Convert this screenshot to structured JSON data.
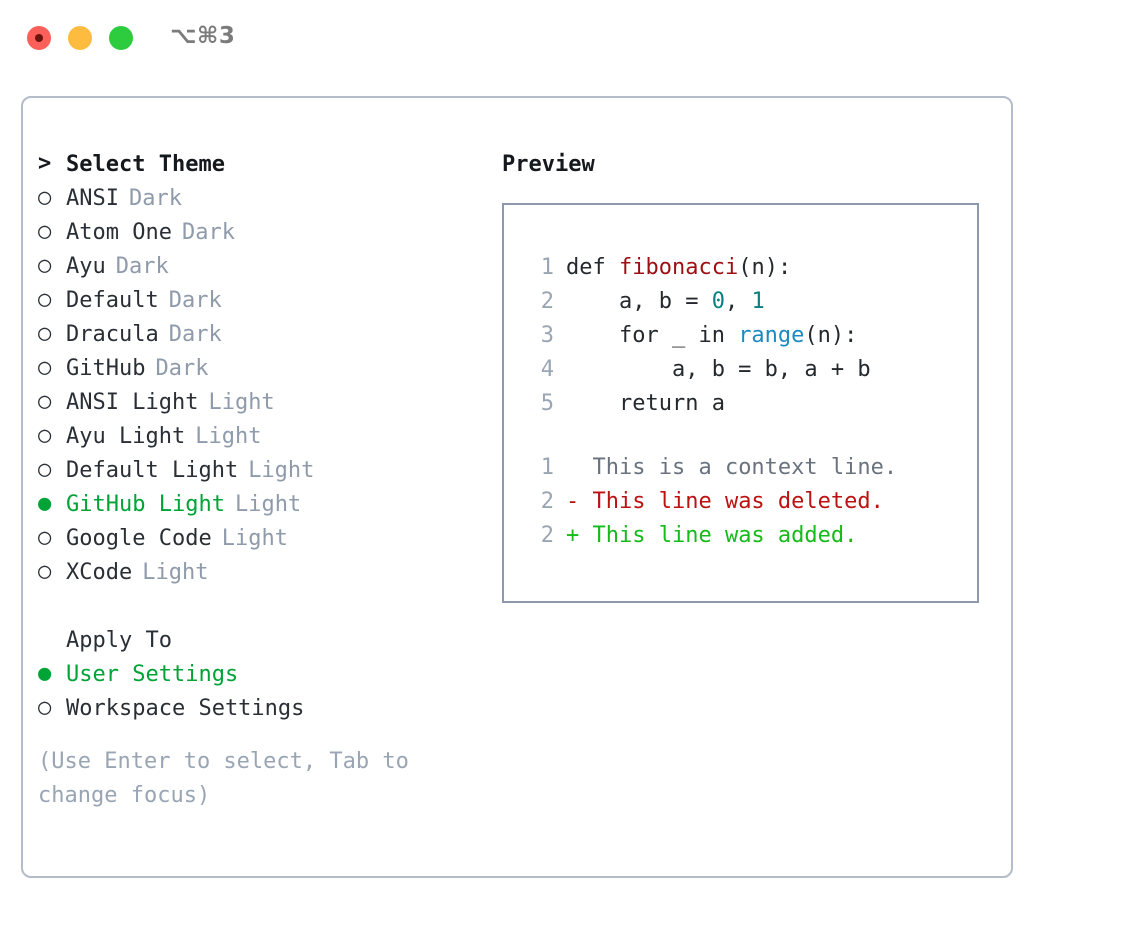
{
  "titlebar": {
    "shortcut": "⌥⌘3",
    "lights": [
      {
        "name": "close",
        "color": "#fc6058"
      },
      {
        "name": "minimize",
        "color": "#fdbc40"
      },
      {
        "name": "zoom",
        "color": "#2dcc3e"
      }
    ]
  },
  "theme_picker": {
    "header_marker": ">",
    "header": "Select Theme",
    "items": [
      {
        "marker": "○",
        "label": "ANSI",
        "tag": "Dark",
        "selected": false
      },
      {
        "marker": "○",
        "label": "Atom One",
        "tag": "Dark",
        "selected": false
      },
      {
        "marker": "○",
        "label": "Ayu",
        "tag": "Dark",
        "selected": false
      },
      {
        "marker": "○",
        "label": "Default",
        "tag": "Dark",
        "selected": false
      },
      {
        "marker": "○",
        "label": "Dracula",
        "tag": "Dark",
        "selected": false
      },
      {
        "marker": "○",
        "label": "GitHub",
        "tag": "Dark",
        "selected": false
      },
      {
        "marker": "○",
        "label": "ANSI Light",
        "tag": "Light",
        "selected": false
      },
      {
        "marker": "○",
        "label": "Ayu Light",
        "tag": "Light",
        "selected": false
      },
      {
        "marker": "○",
        "label": "Default Light",
        "tag": "Light",
        "selected": false
      },
      {
        "marker": "●",
        "label": "GitHub Light",
        "tag": "Light",
        "selected": true
      },
      {
        "marker": "○",
        "label": "Google Code",
        "tag": "Light",
        "selected": false
      },
      {
        "marker": "○",
        "label": "XCode",
        "tag": "Light",
        "selected": false
      }
    ]
  },
  "apply_to": {
    "header": "Apply To",
    "items": [
      {
        "marker": "●",
        "label": "User Settings",
        "selected": true
      },
      {
        "marker": "○",
        "label": "Workspace Settings",
        "selected": false
      }
    ]
  },
  "hint": "(Use Enter to select, Tab to change focus)",
  "preview": {
    "title": "Preview",
    "code_lines": [
      {
        "num": "1",
        "parts": [
          {
            "text": "def ",
            "kind": "plain"
          },
          {
            "text": "fibonacci",
            "kind": "fn"
          },
          {
            "text": "(n):",
            "kind": "plain"
          }
        ]
      },
      {
        "num": "2",
        "parts": [
          {
            "text": "    a, b = ",
            "kind": "plain"
          },
          {
            "text": "0",
            "kind": "num"
          },
          {
            "text": ", ",
            "kind": "plain"
          },
          {
            "text": "1",
            "kind": "num"
          }
        ]
      },
      {
        "num": "3",
        "parts": [
          {
            "text": "    for _ in ",
            "kind": "plain"
          },
          {
            "text": "range",
            "kind": "call"
          },
          {
            "text": "(n):",
            "kind": "plain"
          }
        ]
      },
      {
        "num": "4",
        "parts": [
          {
            "text": "        a, b = b, a + b",
            "kind": "plain"
          }
        ]
      },
      {
        "num": "5",
        "parts": [
          {
            "text": "    return a",
            "kind": "plain"
          }
        ]
      }
    ],
    "diff_lines": [
      {
        "num": "1",
        "sign": " ",
        "text": " This is a context line.",
        "kind": "ctx"
      },
      {
        "num": "2",
        "sign": "-",
        "text": " This line was deleted.",
        "kind": "del"
      },
      {
        "num": "2",
        "sign": "+",
        "text": " This line was added.",
        "kind": "add"
      }
    ]
  },
  "colors": {
    "accent_green": "#00a336",
    "muted": "#8f9bab",
    "hint": "#9aa5b4",
    "border": "#b3bcc8",
    "preview_border": "#8e9aab",
    "syntax_function": "#9e0f15",
    "syntax_number": "#0a8080",
    "syntax_call": "#1a8ac4",
    "diff_deleted": "#bb1212",
    "diff_added": "#15bb19",
    "diff_context": "#6a737d"
  }
}
